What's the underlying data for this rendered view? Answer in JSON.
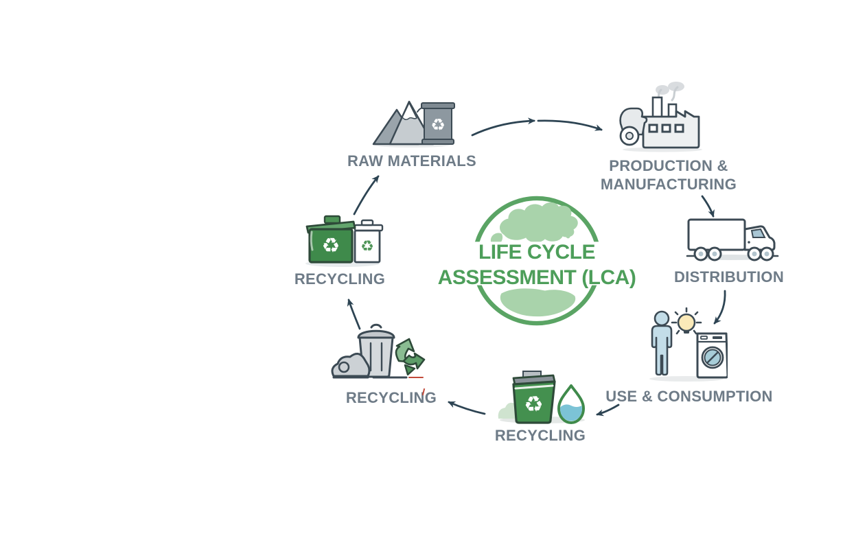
{
  "center": {
    "title_line1": "LIFE CYCLE",
    "title_line2": "ASSESSMENT (LCA)",
    "icon": "globe-icon"
  },
  "stages": {
    "raw_materials": {
      "label": "RAW MATERIALS",
      "icon": "mountains-and-barrel-icon"
    },
    "production_manufacturing": {
      "label_line1": "PRODUCTION &",
      "label_line2": "MANUFACTURING",
      "icon": "factory-icon"
    },
    "distribution": {
      "label": "DISTRIBUTION",
      "icon": "truck-icon"
    },
    "use_consumption": {
      "label": "USE & CONSUMPTION",
      "icon": "person-lightbulb-washing-machine-icon"
    },
    "recycling_bottom": {
      "label": "RECYCLING",
      "icon": "green-recycling-bin-and-bag-icon"
    },
    "recycling_lower_left": {
      "label": "RECYCLING",
      "icon": "trash-can-rock-and-recycle-arrows-icon"
    },
    "recycling_left": {
      "label": "RECYCLING",
      "icon": "green-and-white-recycling-bins-icon"
    }
  },
  "connections": [
    {
      "from": "raw_materials",
      "to": "production_manufacturing"
    },
    {
      "from": "production_manufacturing",
      "to": "distribution"
    },
    {
      "from": "distribution",
      "to": "use_consumption"
    },
    {
      "from": "use_consumption",
      "to": "recycling_bottom"
    },
    {
      "from": "recycling_bottom",
      "to": "recycling_lower_left"
    },
    {
      "from": "recycling_lower_left",
      "to": "recycling_left"
    },
    {
      "from": "recycling_left",
      "to": "raw_materials"
    }
  ],
  "glyphs": {
    "recycle": "♻"
  },
  "colors": {
    "background": "#ffffff",
    "label_text": "#6e7b87",
    "title_green": "#4d9e5a",
    "globe_ring": "#5aa464",
    "globe_land": "#a9d3ab",
    "arrow": "#2d4453",
    "bin_green": "#44904f",
    "bin_green_outline": "#2e4a39",
    "icon_outline": "#3c4a54",
    "person_blue": "#c3dde8",
    "bulb_yellow": "#fbeab9",
    "washer_door_teal": "#a7cdd8",
    "water_blue": "#7cc3d6",
    "gray_fill": "#d5d9dc"
  }
}
